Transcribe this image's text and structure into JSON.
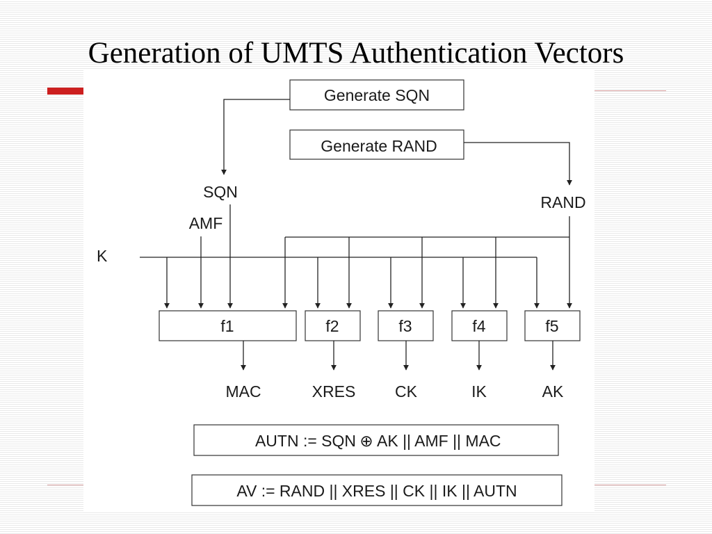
{
  "slide": {
    "title": "Generation of UMTS Authentication Vectors"
  },
  "diagram": {
    "generators": {
      "sqn": "Generate SQN",
      "rand": "Generate RAND"
    },
    "inputs": {
      "sqn": "SQN",
      "amf": "AMF",
      "rand": "RAND",
      "k": "K"
    },
    "functions": [
      "f1",
      "f2",
      "f3",
      "f4",
      "f5"
    ],
    "outputs": [
      "MAC",
      "XRES",
      "CK",
      "IK",
      "AK"
    ],
    "autn": {
      "left": "AUTN := SQN",
      "xor_symbol": "⊕",
      "right": "AK || AMF || MAC"
    },
    "av": "AV := RAND || XRES || CK || IK || AUTN"
  },
  "colors": {
    "accent": "#cc1f1f",
    "rule": "#d9a0a0",
    "stroke": "#333333"
  }
}
